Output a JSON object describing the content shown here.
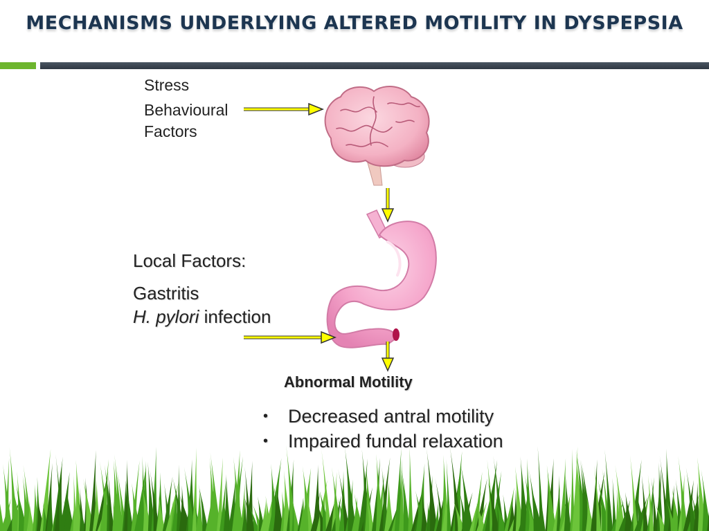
{
  "slide": {
    "title": "MECHANISMS UNDERLYING ALTERED MOTILITY IN DYSPEPSIA"
  },
  "colors": {
    "title": "#1c3550",
    "accent_green": "#6db52e",
    "bar_dark": "#3a4450",
    "arrow_fill": "#ffff00",
    "brain": "#f4b8c8",
    "stomach": "#f5a8cc",
    "grass": "#3e9a1c"
  },
  "brain_inputs": {
    "line1": "Stress",
    "line2": "Behavioural",
    "line3": "Factors"
  },
  "local_factors": {
    "heading": "Local Factors:",
    "item1": "Gastritis",
    "item2_italic": "H. pylori",
    "item2_rest": "infection"
  },
  "outcome": {
    "heading": "Abnormal Motility",
    "bullets": [
      "Decreased antral motility",
      "Impaired fundal relaxation"
    ]
  },
  "icons": [
    "brain-illustration",
    "stomach-illustration",
    "grass-border"
  ]
}
